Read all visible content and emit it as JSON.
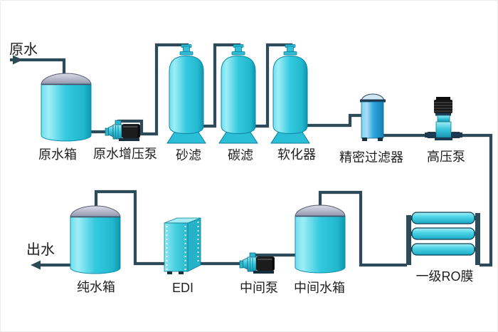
{
  "diagram": {
    "type": "water-treatment-process-flow",
    "inlet": {
      "label": "原水"
    },
    "outlet": {
      "label": "出水"
    },
    "equipment": [
      {
        "id": "raw-water-tank",
        "label": "原水箱"
      },
      {
        "id": "raw-water-booster-pump",
        "label": "原水增压泵"
      },
      {
        "id": "sand-filter",
        "label": "砂滤"
      },
      {
        "id": "carbon-filter",
        "label": "碳滤"
      },
      {
        "id": "softener",
        "label": "软化器"
      },
      {
        "id": "precision-filter",
        "label": "精密过滤器"
      },
      {
        "id": "high-pressure-pump",
        "label": "高压泵"
      },
      {
        "id": "ro-membrane-stage1",
        "label": "一级RO膜"
      },
      {
        "id": "intermediate-water-tank",
        "label": "中间水箱"
      },
      {
        "id": "intermediate-pump",
        "label": "中间泵"
      },
      {
        "id": "edi-module",
        "label": "EDI"
      },
      {
        "id": "pure-water-tank",
        "label": "纯水箱"
      }
    ],
    "colors": {
      "equipment_cyan": "#33c9de",
      "pipe": "#2c4a57",
      "tank_dome_gray": "#a9abbe",
      "precision_filter_blue": "#2fa6de",
      "pump_motor_black": "#1c1c1c",
      "label_text": "#1f1f1f",
      "background": "#ffffff"
    }
  }
}
